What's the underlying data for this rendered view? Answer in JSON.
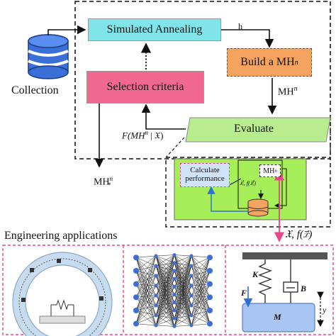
{
  "nodes": {
    "simulated_annealing": "Simulated Annealing",
    "build": "Build a MH",
    "build_sup": "n",
    "selection": "Selection criteria",
    "evaluate": "Evaluate",
    "collection": "Collection",
    "calculate_line1": "Calculate",
    "calculate_line2": "performance",
    "inner_mh": "MH",
    "inner_mh_sup": "n"
  },
  "edges": {
    "h": "h",
    "mh_out": "MH",
    "mh_out_sup": "n",
    "f_mh_pre": "F(MH",
    "f_mh_sup": "n",
    "f_mh_post": " | 𝔛)",
    "mh_star": "MH",
    "mh_star_sup": "n",
    "mh_star_sub": "*",
    "xf": "𝔛, f(𝑥⃗)",
    "inner_xf": "𝑥⃗ᵢ, f(𝑥⃗ᵢ)"
  },
  "applications": {
    "title": "Engineering applications",
    "panel3_k": "K",
    "panel3_b": "B",
    "panel3_f": "F",
    "panel3_m": "M",
    "panel3_y": "y"
  },
  "colors": {
    "simulated_annealing": "#7fe5e9",
    "build": "#f5a460",
    "selection": "#f06890",
    "evaluate": "#b8ec8f",
    "inner_panel": "#a6ef58",
    "pink_frame": "#e8458e",
    "blue": "#2e6fd8",
    "database": "#3a6fd8"
  }
}
